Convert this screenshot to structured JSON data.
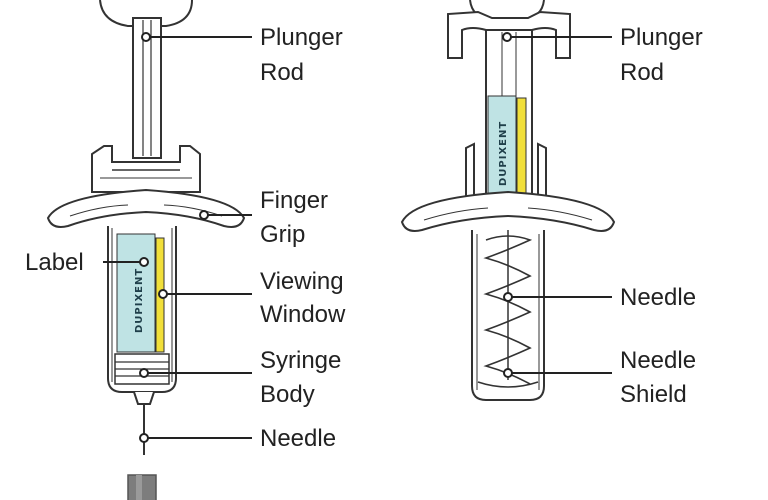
{
  "left_syringe": {
    "plunger_rod": [
      "Plunger",
      "Rod"
    ],
    "finger_grip": [
      "Finger",
      "Grip"
    ],
    "label": "Label",
    "viewing_window": [
      "Viewing",
      "Window"
    ],
    "syringe_body": [
      "Syringe",
      "Body"
    ],
    "needle": "Needle",
    "brand": "DUPIXENT"
  },
  "right_syringe": {
    "plunger_rod": [
      "Plunger",
      "Rod"
    ],
    "needle": "Needle",
    "needle_shield": [
      "Needle",
      "Shield"
    ],
    "brand": "DUPIXENT"
  },
  "colors": {
    "label_teal": "#bfe3e4",
    "window_yellow": "#f1df3a",
    "outline": "#333333"
  }
}
